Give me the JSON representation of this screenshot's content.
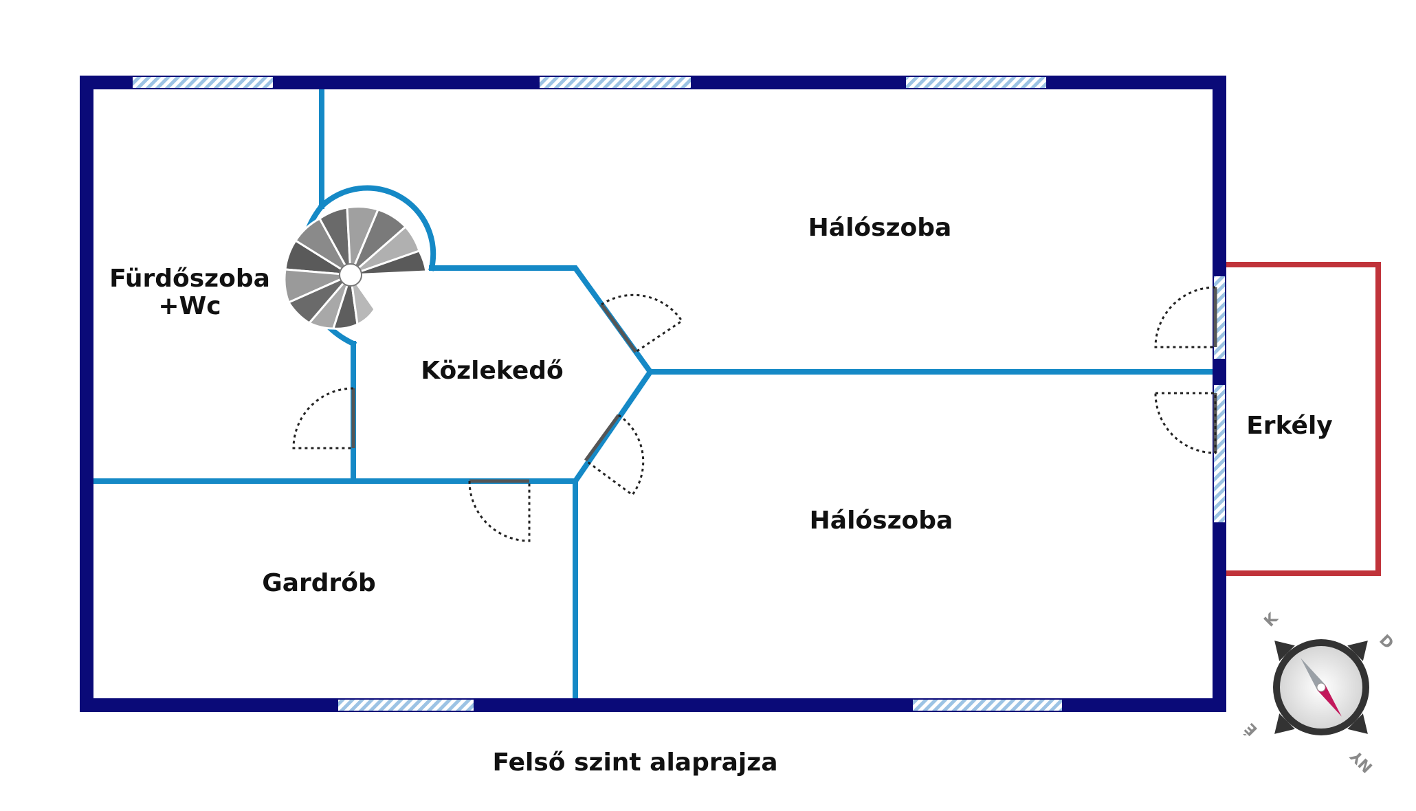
{
  "rooms": {
    "bathroom": {
      "line1": "Fürdőszoba",
      "line2": "+Wc"
    },
    "bedroom_top": "Hálószoba",
    "bedroom_bottom": "Hálószoba",
    "hallway": "Közlekedő",
    "wardrobe": "Gardrób",
    "balcony": "Erkély"
  },
  "caption": "Felső szint alaprajza",
  "compass": {
    "north": "É",
    "south": "D",
    "east": "K",
    "west": "NY"
  },
  "colors": {
    "outer_wall": "#0a0a78",
    "inner_wall": "#1589c6",
    "balcony": "#c0333a",
    "window": "#a9cbe6",
    "door_leaf": "#555555",
    "stair_dark": "#5a5a5a",
    "stair_light": "#b5b5b5",
    "compass_needle_north": "#c2185b",
    "compass_needle_south": "#9aa0a6"
  }
}
